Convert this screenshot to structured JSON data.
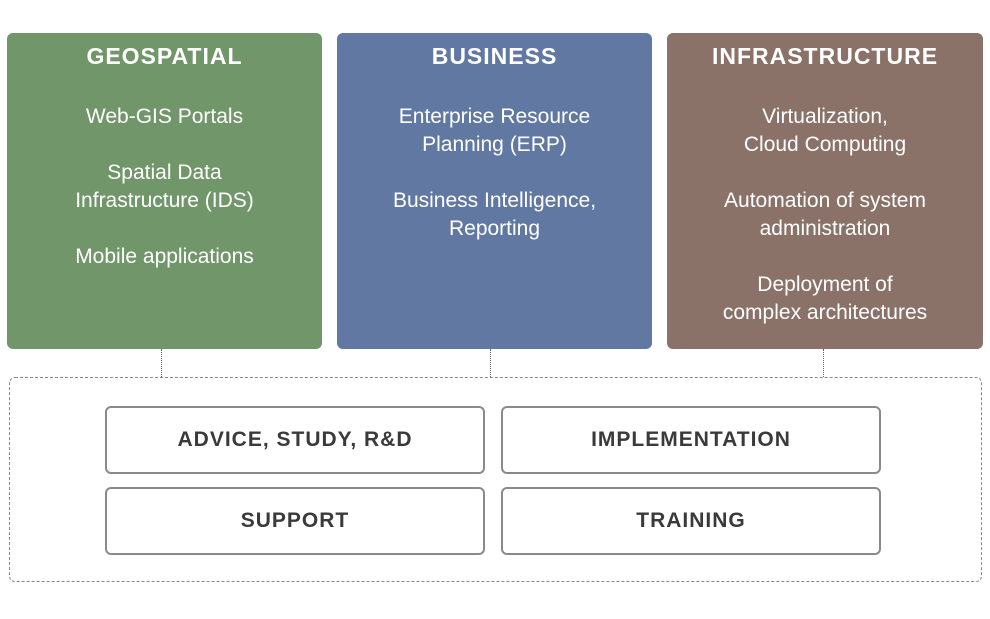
{
  "columns": [
    {
      "title": "GEOSPATIAL",
      "color": "#71966a",
      "items": [
        "Web-GIS Portals",
        "Spatial Data\nInfrastructure (IDS)",
        "Mobile applications"
      ]
    },
    {
      "title": "BUSINESS",
      "color": "#6178a3",
      "items": [
        "Enterprise Resource\nPlanning (ERP)",
        "Business Intelligence,\nReporting"
      ]
    },
    {
      "title": "INFRASTRUCTURE",
      "color": "#8b7269",
      "items": [
        "Virtualization,\nCloud Computing",
        "Automation of system\nadministration",
        "Deployment of\ncomplex architectures"
      ]
    }
  ],
  "services": [
    "ADVICE, STUDY, R&D",
    "IMPLEMENTATION",
    "SUPPORT",
    "TRAINING"
  ]
}
